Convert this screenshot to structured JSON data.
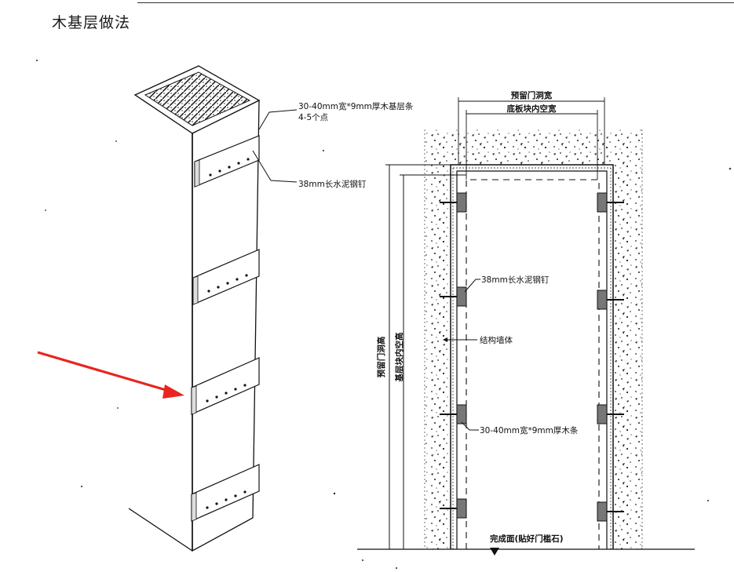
{
  "title": "木基层做法",
  "left_view": {
    "label_strip": "30-40mm宽*9mm厚木基层条",
    "label_points": "4-5个点",
    "label_nail": "38mm长水泥钢钉"
  },
  "right_view": {
    "label_reserved_width": "预留门洞宽",
    "label_base_width": "底板块内空宽",
    "label_reserved_height": "预留门洞高",
    "label_base_height": "基层块内空高",
    "label_nail": "38mm长水泥钢钉",
    "label_wall": "结构墙体",
    "label_strip": "30-40mm宽*9mm厚木条",
    "label_finish": "完成面(贴好门槛石)"
  },
  "colors": {
    "line": "#111111",
    "arrow": "#e8251f"
  }
}
